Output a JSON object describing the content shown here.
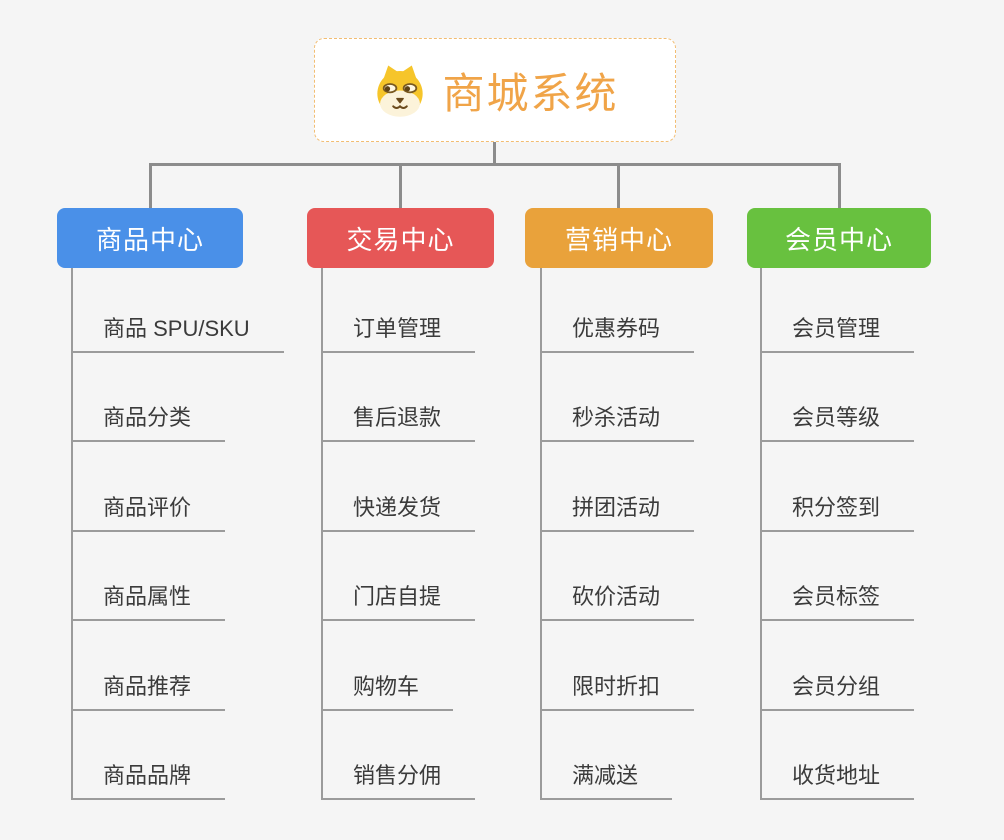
{
  "root": {
    "title": "商城系统",
    "icon": "dog-face",
    "accent_color": "#f0a448",
    "border_color": "#f2bd72"
  },
  "connector_color": "#8c8c8c",
  "background_color": "#f5f5f5",
  "branches": [
    {
      "label": "商品中心",
      "color": "#4a90e8",
      "items": [
        "商品 SPU/SKU",
        "商品分类",
        "商品评价",
        "商品属性",
        "商品推荐",
        "商品品牌"
      ]
    },
    {
      "label": "交易中心",
      "color": "#e65757",
      "items": [
        "订单管理",
        "售后退款",
        "快递发货",
        "门店自提",
        "购物车",
        "销售分佣"
      ]
    },
    {
      "label": "营销中心",
      "color": "#e9a23b",
      "items": [
        "优惠券码",
        "秒杀活动",
        "拼团活动",
        "砍价活动",
        "限时折扣",
        "满减送"
      ]
    },
    {
      "label": "会员中心",
      "color": "#68c13f",
      "items": [
        "会员管理",
        "会员等级",
        "积分签到",
        "会员标签",
        "会员分组",
        "收货地址"
      ]
    }
  ]
}
